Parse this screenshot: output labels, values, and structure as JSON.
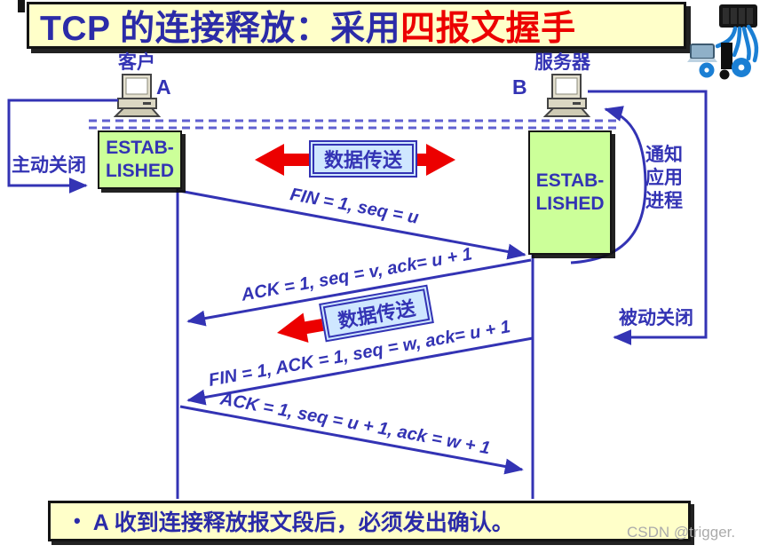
{
  "title": {
    "prefix": "TCP 的连接释放：采用",
    "highlight": "四报文握手"
  },
  "client": {
    "role": "客户",
    "host": "A",
    "state": "ESTAB-\nLISHED",
    "action": "主动关闭"
  },
  "server": {
    "role": "服务器",
    "host": "B",
    "state": "ESTAB-\nLISHED",
    "action": "被动关闭",
    "notify": "通知\n应用\n进程"
  },
  "messages": [
    {
      "label": "FIN = 1, seq = u",
      "from": "A",
      "to": "B"
    },
    {
      "label": "ACK = 1, seq = v, ack= u + 1",
      "from": "B",
      "to": "A"
    },
    {
      "label": "FIN = 1, ACK = 1, seq = w, ack= u + 1",
      "from": "B",
      "to": "A"
    },
    {
      "label": "ACK = 1, seq = u + 1, ack = w + 1",
      "from": "A",
      "to": "B"
    }
  ],
  "data_transfer": {
    "label1": "数据传送",
    "label2": "数据传送"
  },
  "footnote": {
    "bullet": "•",
    "text": "A 收到连接释放报文段后，必须发出确认。"
  },
  "watermark": "CSDN @trigger.",
  "colors": {
    "blue": "#3333B4",
    "dash_blue": "#6060D0",
    "red": "#EC0000",
    "green_fill": "#CCFF99",
    "yellow_fill": "#FFFFC9",
    "lightblue_fill": "#CFE7FF",
    "box_border": "#141414",
    "watermark_gray": "#ABABAB",
    "title_blue": "#2B2BA8"
  }
}
